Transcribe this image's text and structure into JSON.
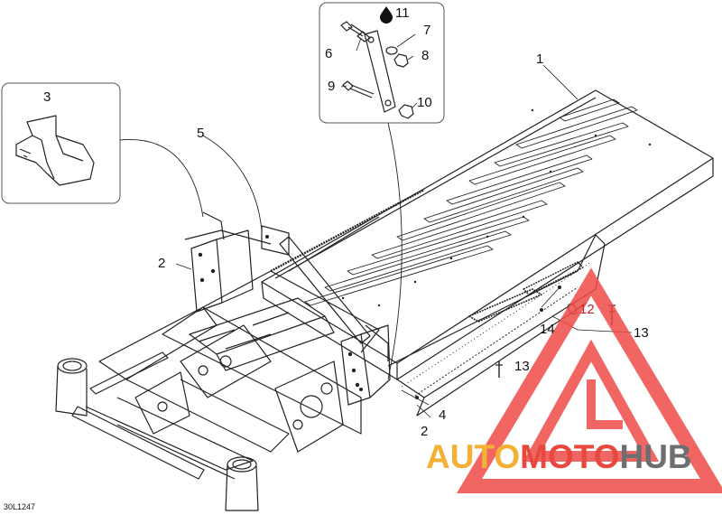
{
  "diagram": {
    "code": "30L1247",
    "callouts": {
      "c1": "1",
      "c2a": "2",
      "c2b": "2",
      "c3": "3",
      "c4": "4",
      "c5": "5",
      "c6": "6",
      "c7": "7",
      "c8": "8",
      "c9": "9",
      "c10": "10",
      "c11": "11",
      "c12": "12",
      "c13a": "13",
      "c13b": "13",
      "c14": "14"
    }
  },
  "watermark": {
    "part1": "AUTO",
    "part2": "MOTO",
    "part3": "HUB",
    "colors": {
      "auto": "#f2b035",
      "moto": "#e8493f",
      "hub": "#6d6e71",
      "triangle": "#ef4b47"
    }
  }
}
